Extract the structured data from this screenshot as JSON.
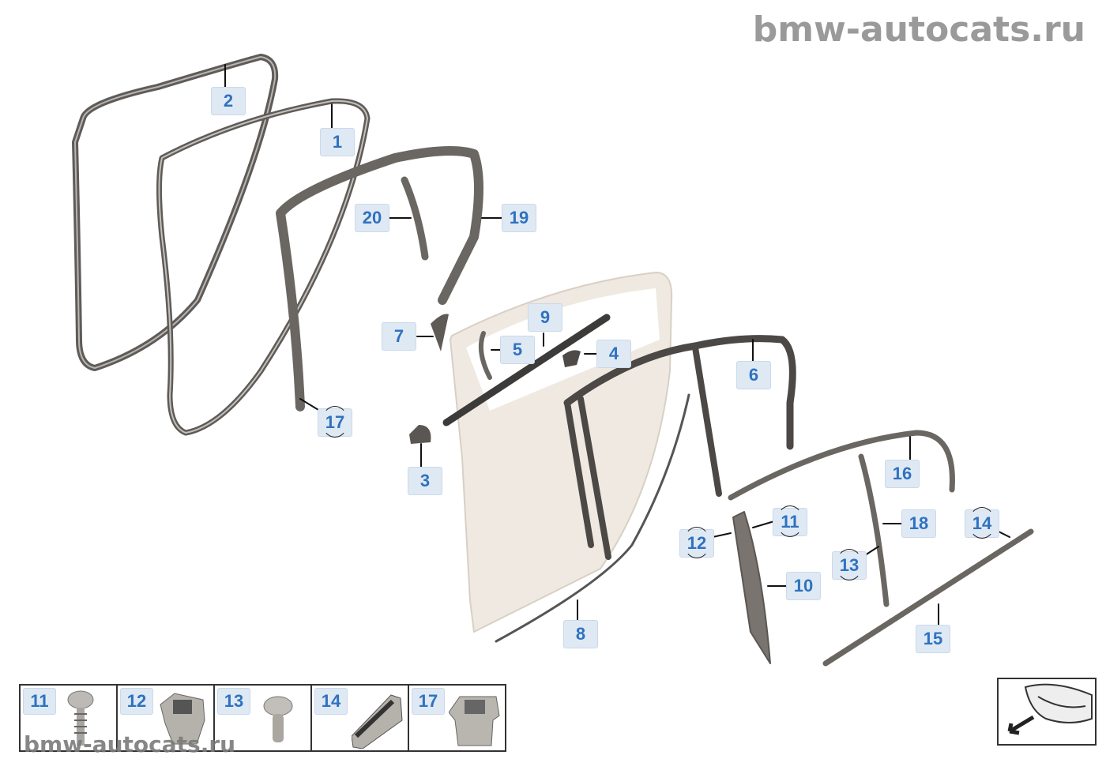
{
  "watermark": "bmw-autocats.ru",
  "callouts": [
    "1",
    "2",
    "3",
    "4",
    "5",
    "6",
    "7",
    "8",
    "9",
    "10",
    "11",
    "12",
    "13",
    "14",
    "15",
    "16",
    "17",
    "18",
    "19",
    "20"
  ],
  "circled_callouts": [
    "11",
    "12",
    "13",
    "14",
    "17"
  ],
  "fastener_strip": [
    {
      "number": "11",
      "icon": "screw-icon"
    },
    {
      "number": "12",
      "icon": "nut-clip-icon"
    },
    {
      "number": "13",
      "icon": "bolt-icon"
    },
    {
      "number": "14",
      "icon": "edge-clip-icon"
    },
    {
      "number": "17",
      "icon": "expanding-nut-icon"
    }
  ],
  "nav_icon": "vehicle-overview-arrow-icon",
  "colors": {
    "callout_text": "#2f72bf",
    "callout_bg": "#dfe9f4",
    "door": "#efe9e1",
    "seal": "#6d6a66"
  }
}
